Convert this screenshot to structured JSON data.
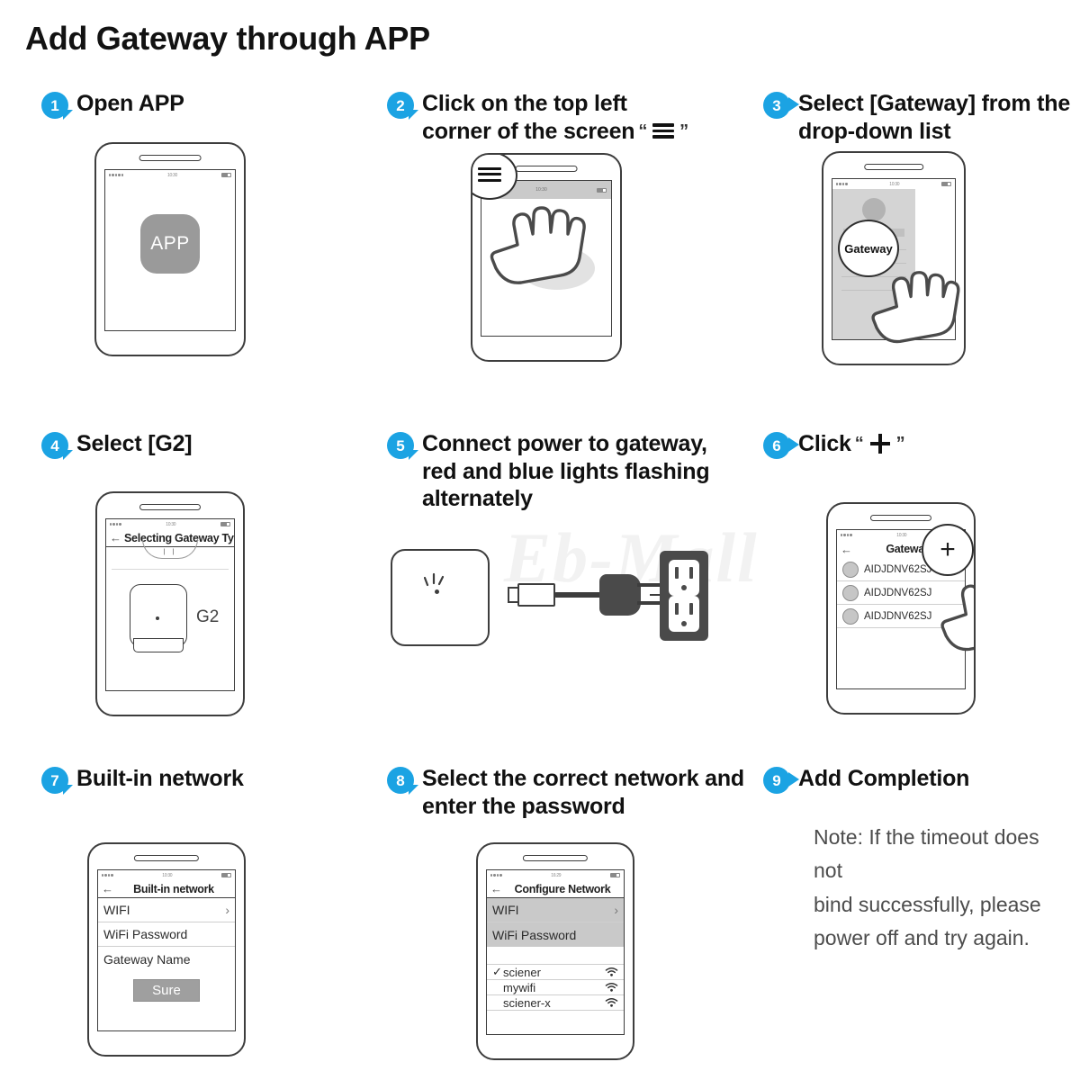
{
  "page": {
    "title": "Add Gateway through APP",
    "watermark": "Eb-Mall",
    "accent_color": "#1ba3e3",
    "device_frame_color": "#3d3d3d"
  },
  "steps": [
    {
      "number": "1",
      "title": "Open APP",
      "phone": {
        "status_time": "10:30",
        "app_icon_label": "APP"
      }
    },
    {
      "number": "2",
      "title_line1": "Click on the top left",
      "title_line2": "corner of the screen",
      "quote_open": "“",
      "quote_close": "”",
      "icon": "hamburger-menu-icon",
      "phone": {
        "status_time": "10:30"
      }
    },
    {
      "number": "3",
      "title_line1": "Select [Gateway] from the",
      "title_line2": "drop-down list",
      "phone": {
        "status_time": "10:30",
        "drawer_item_label": "Gateway"
      }
    },
    {
      "number": "4",
      "title": "Select [G2]",
      "phone": {
        "status_time": "10:30",
        "nav_title": "Selecting Gateway Type",
        "device_label": "G2"
      }
    },
    {
      "number": "5",
      "title_line1": "Connect power to gateway,",
      "title_line2": "red and blue lights flashing",
      "title_line3": "alternately"
    },
    {
      "number": "6",
      "title": "Click",
      "quote_open": "“",
      "quote_close": "”",
      "icon": "plus-icon",
      "phone": {
        "status_time": "10:30",
        "nav_title": "Gateway",
        "gateways": [
          "AIDJDNV62SJ",
          "AIDJDNV62SJ",
          "AIDJDNV62SJ"
        ],
        "add_button_label": "+"
      }
    },
    {
      "number": "7",
      "title": "Built-in network",
      "phone": {
        "status_time": "10:30",
        "nav_title": "Built-in network",
        "fields": [
          "WIFI",
          "WiFi Password",
          "Gateway Name"
        ],
        "submit_label": "Sure"
      }
    },
    {
      "number": "8",
      "title_line1": "Select the correct network and",
      "title_line2": "enter the password",
      "phone": {
        "status_time": "16:29",
        "nav_title": "Configure Network",
        "fields": [
          "WIFI",
          "WiFi Password"
        ],
        "networks": [
          {
            "name": "sciener",
            "selected": true
          },
          {
            "name": "mywifi",
            "selected": false
          },
          {
            "name": "sciener-x",
            "selected": false
          }
        ]
      }
    },
    {
      "number": "9",
      "title": "Add Completion",
      "note_line1": "Note: If the timeout does not",
      "note_line2": "bind successfully, please",
      "note_line3": "power off and try again."
    }
  ]
}
